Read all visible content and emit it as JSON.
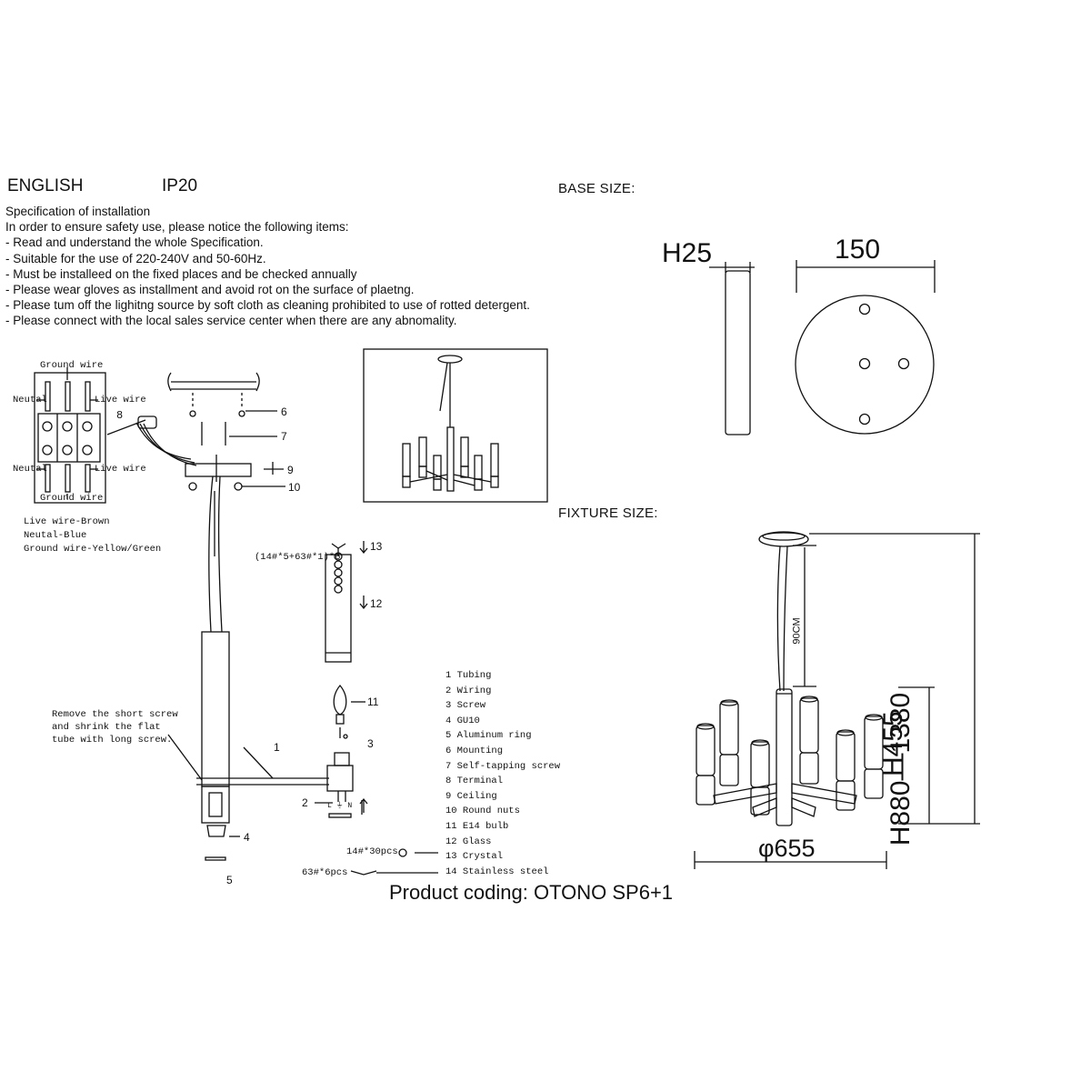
{
  "header": {
    "language": "ENGLISH",
    "ip_rating": "IP20"
  },
  "spec": {
    "lines": [
      "Specification of installation",
      "In order to ensure safety use, please notice the following items:",
      "- Read and understand the whole Specification.",
      "- Suitable for the use of 220-240V and 50-60Hz.",
      "- Must be installeed on the fixed places and be checked annually",
      "- Please wear gloves as installment and avoid rot on the surface of plaetng.",
      "- Please tum off the lighitng source by soft cloth as cleaning prohibited to use of rotted detergent.",
      "- Please connect with the local sales service center when there are any abnomality."
    ]
  },
  "base_size": {
    "title": "BASE SIZE:",
    "height_label": "H25",
    "diameter_label": "150"
  },
  "fixture_size": {
    "title": "FIXTURE SIZE:",
    "cable_label": "90CM",
    "height_range_label": "H880—1380",
    "body_height_label": "H455",
    "diameter_label": "φ655"
  },
  "wiring": {
    "ground_wire_top": "Ground wire",
    "ground_wire_bottom": "Ground wire",
    "neutal_top": "Neutal",
    "neutal_bottom": "Neutal",
    "live_wire_top": "Live wire",
    "live_wire_bottom": "Live wire",
    "callout_8": "8",
    "legend": [
      "Live wire-Brown",
      "Neutal-Blue",
      "Ground wire-Yellow/Green"
    ]
  },
  "assembly": {
    "callouts": {
      "c1": "1",
      "c2": "2",
      "c3": "3",
      "c4": "4",
      "c5": "5",
      "c6": "6",
      "c7": "7",
      "c9": "9",
      "c10": "10",
      "c11": "11",
      "c12": "12",
      "c13": "13"
    },
    "crystal_formula": "(14#*5+63#*1)*6",
    "crystal_count": "14#*30pcs",
    "steel_count": "63#*6pcs",
    "note_lines": [
      "Remove the short screw",
      "and shrink the flat",
      "tube with long screw."
    ],
    "terminal_letters": "L ⏚ N"
  },
  "parts_list": [
    "1 Tubing",
    "2 Wiring",
    "3 Screw",
    "4 GU10",
    "5 Aluminum ring",
    "6 Mounting",
    "7 Self-tapping screw",
    "8 Terminal",
    "9 Ceiling",
    "10 Round nuts",
    "11 E14 bulb",
    "12 Glass",
    "13 Crystal",
    "14 Stainless steel"
  ],
  "product_coding": "Product coding: OTONO SP6+1"
}
